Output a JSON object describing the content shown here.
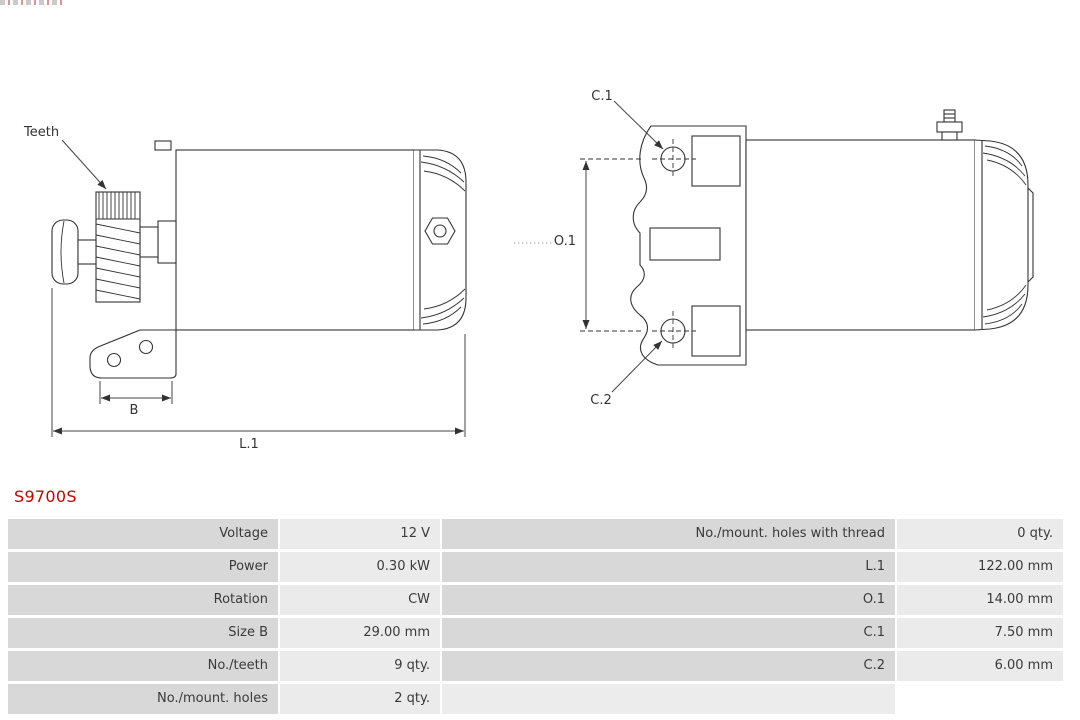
{
  "part_number": "S9700S",
  "colors": {
    "part_number_red": "#cc0000",
    "table_label_bg": "#d8d8d8",
    "table_value_bg": "#ebebeb",
    "drawing_line": "#333333"
  },
  "diagram": {
    "left_view": {
      "labels": {
        "teeth": "Teeth",
        "b": "B",
        "l1": "L.1"
      }
    },
    "right_view": {
      "labels": {
        "c1": "C.1",
        "o1": "O.1",
        "c2": "C.2"
      }
    }
  },
  "spec_table": {
    "rows": [
      {
        "label_left": "Voltage",
        "value_left": "12 V",
        "label_right": "No./mount. holes with thread",
        "value_right": "0 qty."
      },
      {
        "label_left": "Power",
        "value_left": "0.30 kW",
        "label_right": "L.1",
        "value_right": "122.00 mm"
      },
      {
        "label_left": "Rotation",
        "value_left": "CW",
        "label_right": "O.1",
        "value_right": "14.00 mm"
      },
      {
        "label_left": "Size B",
        "value_left": "29.00 mm",
        "label_right": "C.1",
        "value_right": "7.50 mm"
      },
      {
        "label_left": "No./teeth",
        "value_left": "9 qty.",
        "label_right": "C.2",
        "value_right": "6.00 mm"
      },
      {
        "label_left": "No./mount. holes",
        "value_left": "2 qty.",
        "label_right": "",
        "value_right": ""
      }
    ]
  }
}
